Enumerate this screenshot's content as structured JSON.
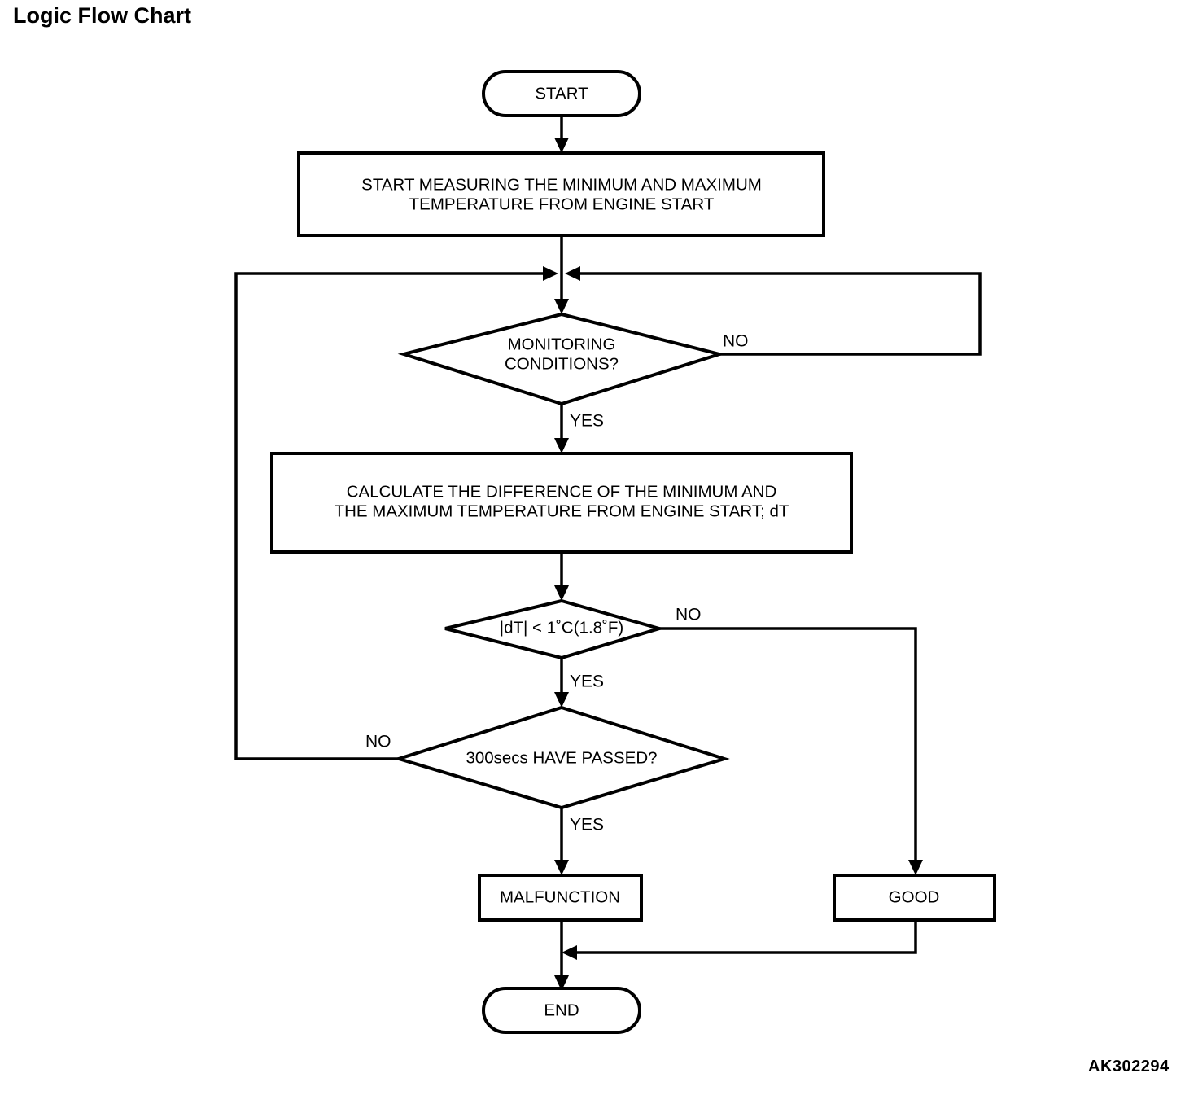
{
  "page": {
    "title": "Logic Flow Chart",
    "reference_code": "AK302294"
  },
  "chart_data": {
    "type": "diagram",
    "diagram_kind": "flowchart",
    "title": "Logic Flow Chart",
    "orientation": "top-to-bottom",
    "nodes": [
      {
        "id": "start",
        "shape": "terminator",
        "label": "START"
      },
      {
        "id": "measure",
        "shape": "process",
        "label_line1": "START MEASURING THE MINIMUM AND MAXIMUM",
        "label_line2": "TEMPERATURE FROM ENGINE START"
      },
      {
        "id": "monitoring",
        "shape": "decision",
        "label_line1": "MONITORING",
        "label_line2": "CONDITIONS?"
      },
      {
        "id": "calculate",
        "shape": "process",
        "label_line1": "CALCULATE THE DIFFERENCE OF THE MINIMUM AND",
        "label_line2": "THE MAXIMUM TEMPERATURE FROM ENGINE START; dT"
      },
      {
        "id": "dt-check",
        "shape": "decision",
        "label": "|dT| < 1˚C(1.8˚F)"
      },
      {
        "id": "timer-check",
        "shape": "decision",
        "label": "300secs HAVE PASSED?"
      },
      {
        "id": "malfunction",
        "shape": "process",
        "label": "MALFUNCTION"
      },
      {
        "id": "good",
        "shape": "process",
        "label": "GOOD"
      },
      {
        "id": "end",
        "shape": "terminator",
        "label": "END"
      }
    ],
    "edges": [
      {
        "from": "start",
        "to": "measure",
        "label": ""
      },
      {
        "from": "measure",
        "to": "monitoring",
        "label": ""
      },
      {
        "from": "monitoring",
        "to": "calculate",
        "label": "YES"
      },
      {
        "from": "monitoring",
        "to": "monitoring",
        "label": "NO",
        "note": "loops back to junction above monitoring decision"
      },
      {
        "from": "calculate",
        "to": "dt-check",
        "label": ""
      },
      {
        "from": "dt-check",
        "to": "timer-check",
        "label": "YES"
      },
      {
        "from": "dt-check",
        "to": "good",
        "label": "NO"
      },
      {
        "from": "timer-check",
        "to": "malfunction",
        "label": "YES"
      },
      {
        "from": "timer-check",
        "to": "monitoring",
        "label": "NO",
        "note": "loops back to junction above monitoring decision"
      },
      {
        "from": "malfunction",
        "to": "end",
        "label": ""
      },
      {
        "from": "good",
        "to": "end",
        "label": ""
      }
    ],
    "branch_labels": {
      "monitoring_no": "NO",
      "monitoring_yes": "YES",
      "dt_no": "NO",
      "dt_yes": "YES",
      "timer_no": "NO",
      "timer_yes": "YES"
    },
    "colors": {
      "background": "#ffffff",
      "stroke": "#000000",
      "text": "#000000"
    }
  }
}
